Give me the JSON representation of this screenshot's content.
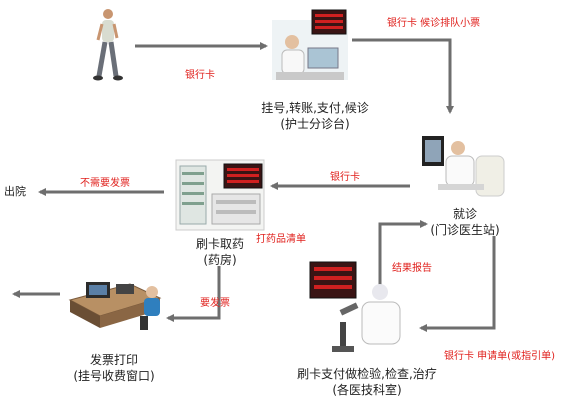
{
  "labels": {
    "bank_card_1": "银行卡",
    "bank_card_queue": "银行卡 候诊排队小票",
    "bank_card_2": "银行卡",
    "no_invoice": "不需要发票",
    "print_drug_list": "打药品清单",
    "need_invoice": "要发票",
    "result_report": "结果报告",
    "bank_card_order": "银行卡 申请单(或指引单)",
    "exit": "出院"
  },
  "nodes": {
    "triage": {
      "line1": "挂号,转账,支付,候诊",
      "line2": "(护士分诊台)"
    },
    "consult": {
      "line1": "就诊",
      "line2": "(门诊医生站)"
    },
    "pharmacy": {
      "line1": "刷卡取药",
      "line2": "(药房)"
    },
    "tech": {
      "line1": "刷卡支付做检验,检查,治疗",
      "line2": "(各医技科室)"
    },
    "invoice": {
      "line1": "发票打印",
      "line2": "(挂号收费窗口)"
    }
  },
  "icons": {
    "patient": "walking-man-icon",
    "nurse": "nurse-station-icon",
    "doctor": "doctor-xray-icon",
    "pharmacy": "pharmacy-shelves-icon",
    "lab": "lab-microscope-icon",
    "printer": "printer-desk-icon"
  },
  "colors": {
    "arrow": "#6e6e6e",
    "label_red": "#e0201c",
    "text": "#222222"
  }
}
